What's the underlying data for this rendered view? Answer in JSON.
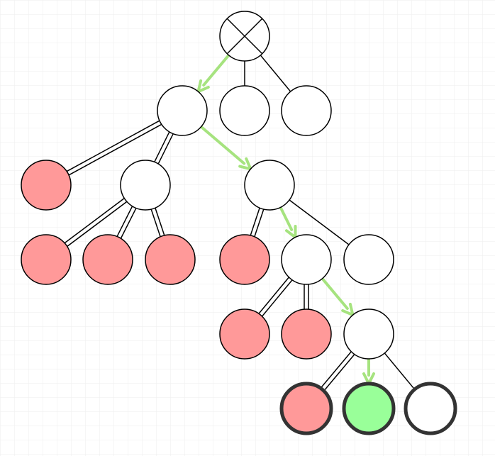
{
  "diagram": {
    "type": "search-tree",
    "root_marker": "crossed-circle",
    "colors": {
      "background": "#ffffff",
      "grid": "#eeeeee",
      "stroke": "#000000",
      "node_fill": "#ffffff",
      "pruned_fill": "#ff9999",
      "goal_fill": "#99ff99",
      "path_arrow": "#a6e37f",
      "leaf_border": "#333333"
    },
    "nodes": [
      {
        "id": "root",
        "state": "root"
      },
      {
        "id": "n1",
        "state": "open"
      },
      {
        "id": "n2",
        "state": "open"
      },
      {
        "id": "n3",
        "state": "open"
      },
      {
        "id": "p1",
        "state": "pruned"
      },
      {
        "id": "n4",
        "state": "open"
      },
      {
        "id": "n5",
        "state": "open"
      },
      {
        "id": "p2",
        "state": "pruned"
      },
      {
        "id": "p3",
        "state": "pruned"
      },
      {
        "id": "p4",
        "state": "pruned"
      },
      {
        "id": "p5",
        "state": "pruned"
      },
      {
        "id": "n6",
        "state": "open"
      },
      {
        "id": "n7",
        "state": "open"
      },
      {
        "id": "p6",
        "state": "pruned"
      },
      {
        "id": "p7",
        "state": "pruned"
      },
      {
        "id": "n8",
        "state": "open"
      },
      {
        "id": "l1",
        "state": "pruned-leaf"
      },
      {
        "id": "goal",
        "state": "goal-leaf"
      },
      {
        "id": "l3",
        "state": "open-leaf"
      }
    ],
    "edges": [
      {
        "from": "root",
        "to": "n1",
        "kind": "path"
      },
      {
        "from": "root",
        "to": "n2",
        "kind": "line"
      },
      {
        "from": "root",
        "to": "n3",
        "kind": "line"
      },
      {
        "from": "n1",
        "to": "p1",
        "kind": "double"
      },
      {
        "from": "n1",
        "to": "n4",
        "kind": "double"
      },
      {
        "from": "n1",
        "to": "n5",
        "kind": "path"
      },
      {
        "from": "n4",
        "to": "p2",
        "kind": "double"
      },
      {
        "from": "n4",
        "to": "p3",
        "kind": "double"
      },
      {
        "from": "n4",
        "to": "p4",
        "kind": "double"
      },
      {
        "from": "n5",
        "to": "p5",
        "kind": "double"
      },
      {
        "from": "n5",
        "to": "n6",
        "kind": "path"
      },
      {
        "from": "n5",
        "to": "n7",
        "kind": "line"
      },
      {
        "from": "n6",
        "to": "p6",
        "kind": "double"
      },
      {
        "from": "n6",
        "to": "p7",
        "kind": "double"
      },
      {
        "from": "n6",
        "to": "n8",
        "kind": "path"
      },
      {
        "from": "n8",
        "to": "l1",
        "kind": "double"
      },
      {
        "from": "n8",
        "to": "goal",
        "kind": "path"
      },
      {
        "from": "n8",
        "to": "l3",
        "kind": "line"
      }
    ]
  }
}
